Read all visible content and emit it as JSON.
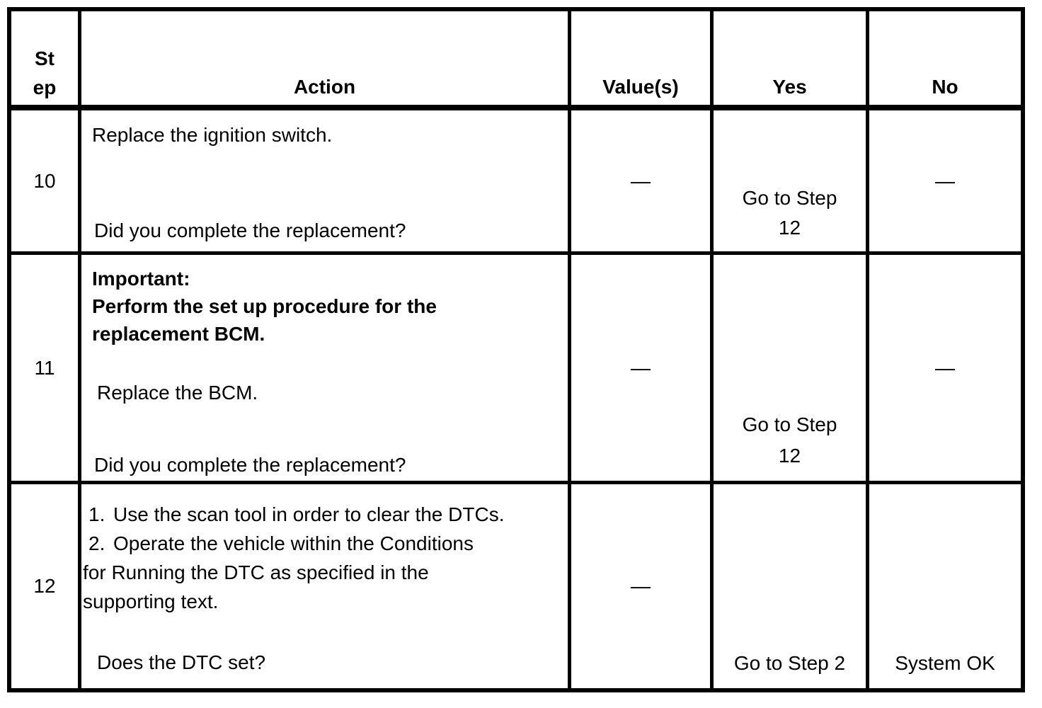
{
  "page": {
    "background_color": "#ffffff",
    "text_color": "#000000",
    "border_color": "#000000"
  },
  "table": {
    "header": {
      "step": [
        "St",
        "ep"
      ],
      "action": "Action",
      "values": "Value(s)",
      "yes": "Yes",
      "no": "No"
    },
    "rows": [
      {
        "step": "10",
        "action": {
          "instruction": "Replace the ignition switch.",
          "question": "Did you complete the replacement?"
        },
        "values": "—",
        "yes": [
          "Go to Step",
          "12"
        ],
        "no": "—"
      },
      {
        "step": "11",
        "action": {
          "important_label": "Important:",
          "important_lines": [
            "Perform the set up procedure for the",
            "replacement BCM."
          ],
          "instruction": "Replace the BCM.",
          "question": "Did you complete the replacement?"
        },
        "values": "—",
        "yes": [
          "Go to Step",
          "12"
        ],
        "no": "—"
      },
      {
        "step": "12",
        "action": {
          "list": [
            {
              "num": "1.",
              "text": "Use the scan tool in order to clear the DTCs."
            },
            {
              "num": "2.",
              "text": "Operate the vehicle within the Conditions"
            }
          ],
          "continuation": [
            "for Running the DTC as specified in the",
            "supporting text."
          ],
          "question": "Does the DTC set?"
        },
        "values": "—",
        "yes": [
          "Go to Step 2"
        ],
        "no": "System OK"
      }
    ]
  }
}
